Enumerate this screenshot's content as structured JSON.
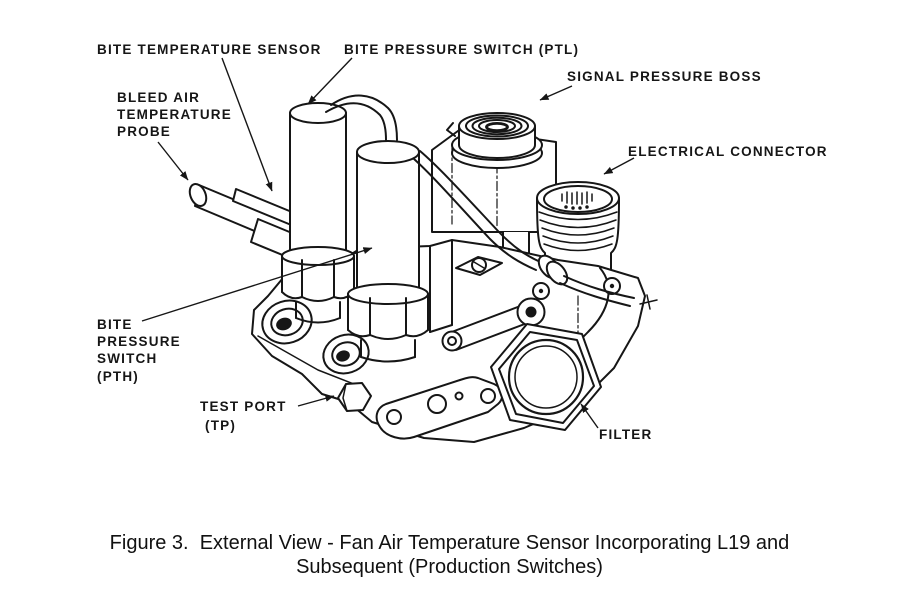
{
  "page": {
    "background_color": "#ffffff",
    "ink_color": "#161616",
    "type": "technical-illustration-figure"
  },
  "figure": {
    "caption": {
      "line1": "Figure 3.  External View - Fan Air Temperature Sensor Incorporating L19 and",
      "line2": "Subsequent (Production Switches)"
    },
    "labels": {
      "bite_temperature_sensor": "BITE TEMPERATURE SENSOR",
      "bite_pressure_switch_ptl": "BITE PRESSURE SWITCH (PTL)",
      "signal_pressure_boss": "SIGNAL PRESSURE BOSS",
      "bleed_air_probe_l1": "BLEED AIR",
      "bleed_air_probe_l2": "TEMPERATURE",
      "bleed_air_probe_l3": "PROBE",
      "electrical_connector": "ELECTRICAL CONNECTOR",
      "bite_pressure_switch_pth_l1": "BITE",
      "bite_pressure_switch_pth_l2": "PRESSURE",
      "bite_pressure_switch_pth_l3": "SWITCH",
      "bite_pressure_switch_pth_l4": "(PTH)",
      "test_port_l1": "TEST PORT",
      "test_port_l2": "(TP)",
      "filter": "FILTER"
    }
  }
}
